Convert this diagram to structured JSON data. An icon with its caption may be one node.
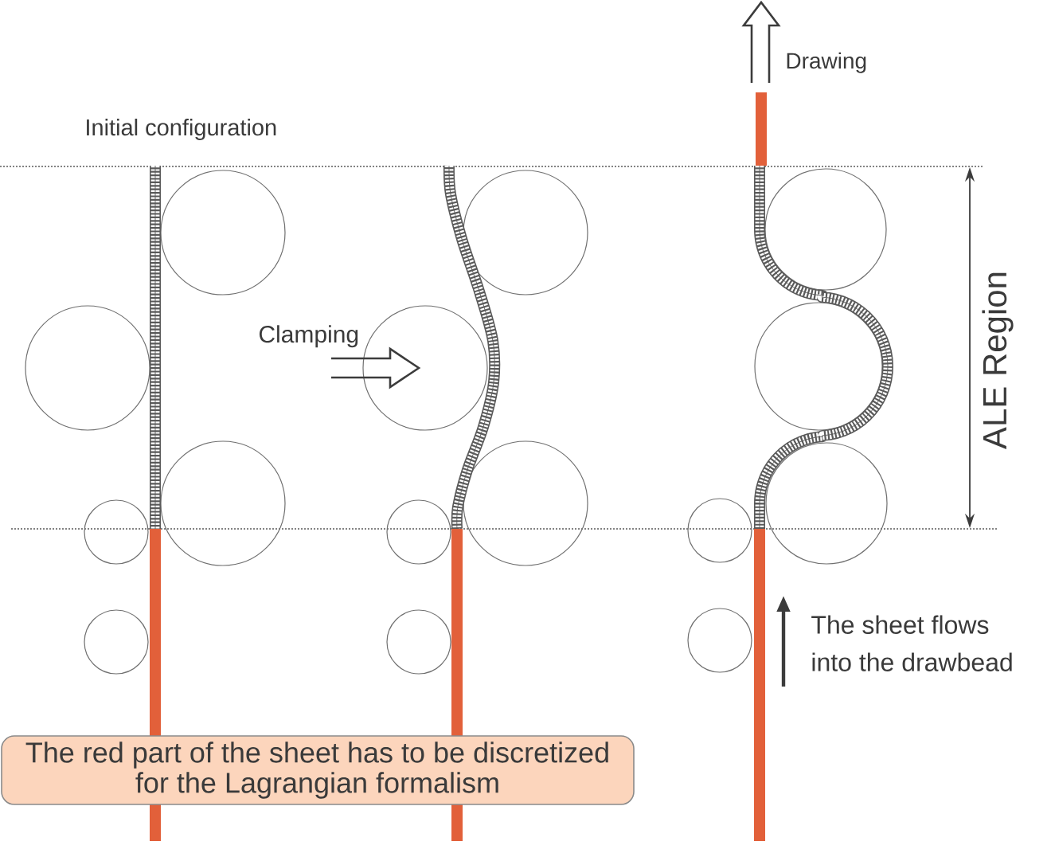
{
  "diagram": {
    "nodes": [
      {
        "text": [
          "The red part of the sheet has to be discretized for the Lagrangian formalism"
        ]
      }
    ],
    "labels": [
      "Drawing",
      "Initial configuration",
      "Clamping",
      "ALE Region",
      "The sheet flows into the drawbead"
    ]
  }
}
